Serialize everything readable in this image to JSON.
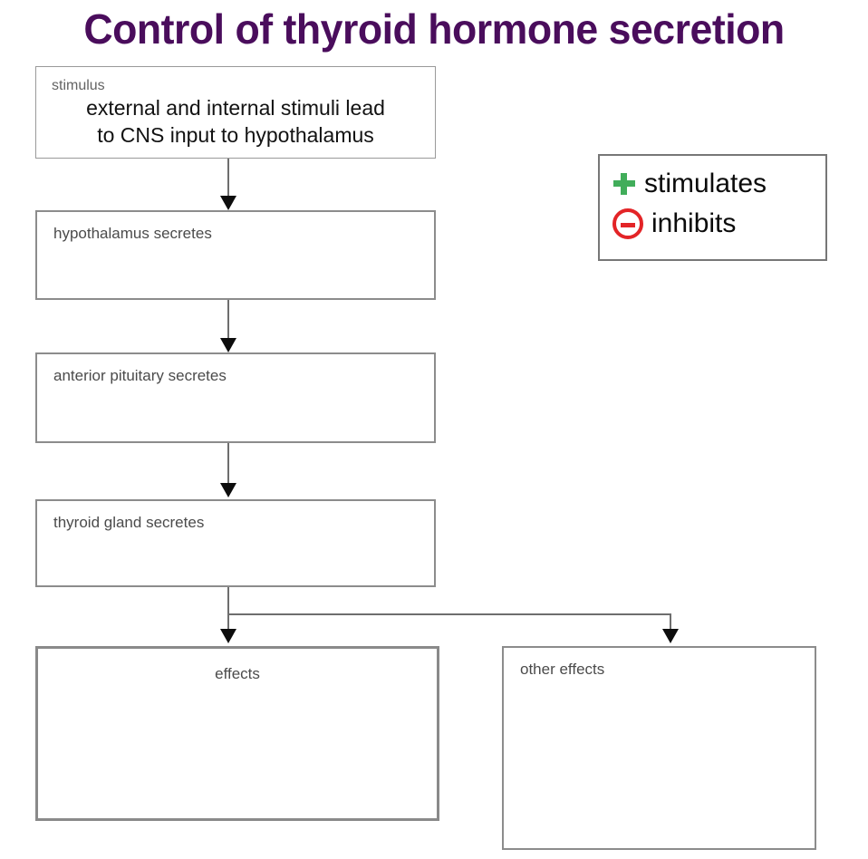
{
  "page": {
    "title": "Control of thyroid hormone secretion",
    "title_color": "#4a0d5c",
    "background": "#ffffff"
  },
  "flow": {
    "boxes": [
      {
        "id": "stimulus",
        "tag": "stimulus",
        "body_line1": "external and internal stimuli lead",
        "body_line2": "to CNS input to hypothalamus"
      },
      {
        "id": "hypothalamus",
        "label": "hypothalamus secretes"
      },
      {
        "id": "anterior-pituitary",
        "label": "anterior pituitary secretes"
      },
      {
        "id": "thyroid-gland",
        "label": "thyroid gland secretes"
      },
      {
        "id": "effects",
        "label": "effects"
      },
      {
        "id": "other-effects",
        "label": "other effects"
      }
    ],
    "connector_color": "#6e6e6e",
    "arrow_color": "#0d0d0d"
  },
  "legend": {
    "items": [
      {
        "icon": "plus-icon",
        "label": "stimulates",
        "color": "#41ad5a"
      },
      {
        "icon": "minus-circle-icon",
        "label": "inhibits",
        "color": "#e32427"
      }
    ]
  }
}
